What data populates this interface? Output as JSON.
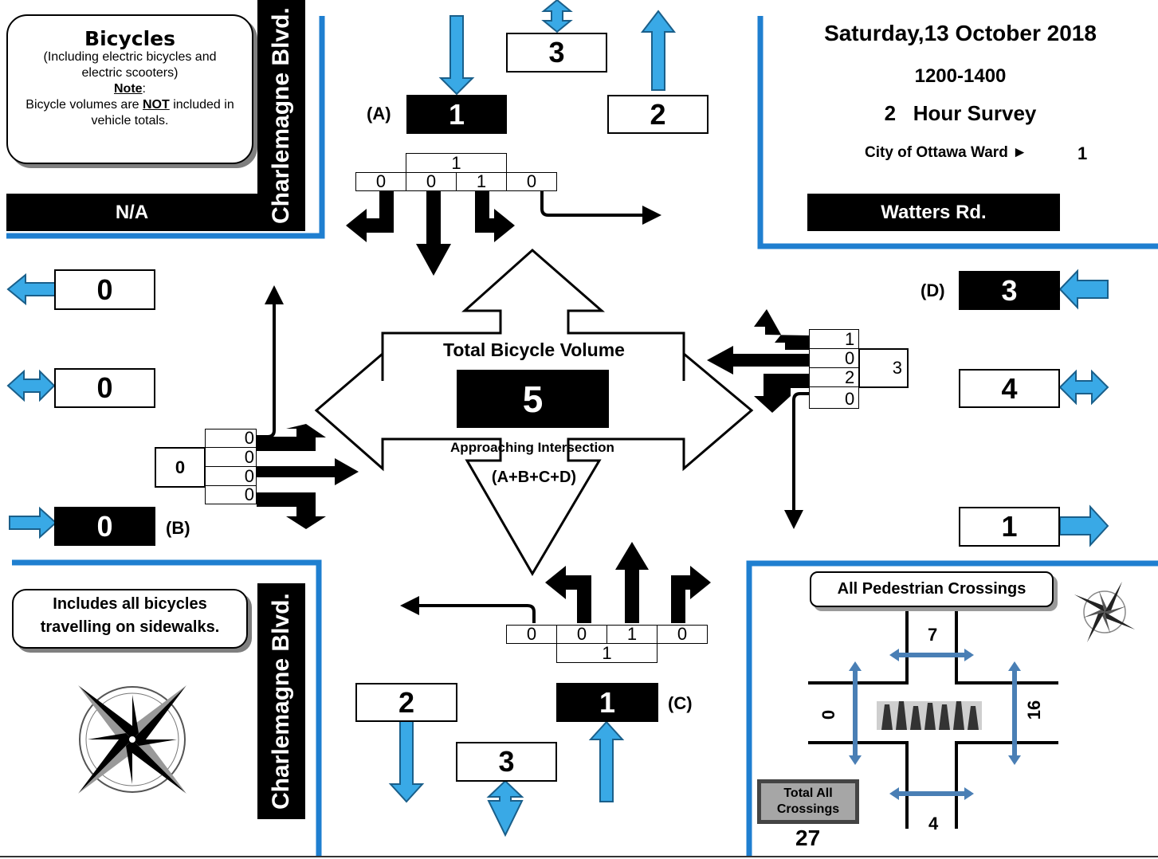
{
  "info": {
    "date": "Saturday,13 October 2018",
    "time": "1200-1400",
    "survey": "2   Hour Survey",
    "ward_label": "City of Ottawa Ward ►",
    "ward_value": "1"
  },
  "streets": {
    "top_left": "N/A",
    "top_right": "Watters Rd.",
    "vertical_top": "Charlemagne Blvd.",
    "vertical_bottom": "Charlemagne Blvd."
  },
  "bicycle_note": {
    "title": "Bicycles",
    "line1": "(Including electric bicycles and electric scooters)",
    "note_label": "Note",
    "line2_pre": "Bicycle volumes are ",
    "line2_not": "NOT",
    "line2_post": " included in vehicle totals."
  },
  "sidewalk_note": "Includes all bicycles travelling on sidewalks.",
  "center": {
    "title": "Total Bicycle Volume",
    "total": "5",
    "subtitle": "Approaching Intersection",
    "formula": "(A+B+C+D)"
  },
  "north": {
    "letter": "(A)",
    "approach": "1",
    "bidirectional": "3",
    "departing": "2",
    "sum": "1",
    "movements": [
      "0",
      "0",
      "1",
      "0"
    ]
  },
  "south": {
    "letter": "(C)",
    "approach": "1",
    "bidirectional": "3",
    "departing": "2",
    "sum": "1",
    "movements": [
      "0",
      "0",
      "1",
      "0"
    ]
  },
  "west": {
    "letter": "(B)",
    "approach": "0",
    "bidirectional": "0",
    "departing": "0",
    "sum": "0",
    "movements": [
      "0",
      "0",
      "0",
      "0"
    ]
  },
  "east": {
    "letter": "(D)",
    "approach": "3",
    "bidirectional": "4",
    "departing": "1",
    "sum": "3",
    "movements": [
      "1",
      "0",
      "2",
      "0"
    ]
  },
  "pedestrian": {
    "title": "All Pedestrian Crossings",
    "north": "7",
    "south": "4",
    "west": "0",
    "east": "16",
    "total_label": "Total All Crossings",
    "total": "27"
  },
  "colors": {
    "accent_blue": "#1f7fd0",
    "arrow_blue": "#39a9e6",
    "black": "#000000"
  }
}
